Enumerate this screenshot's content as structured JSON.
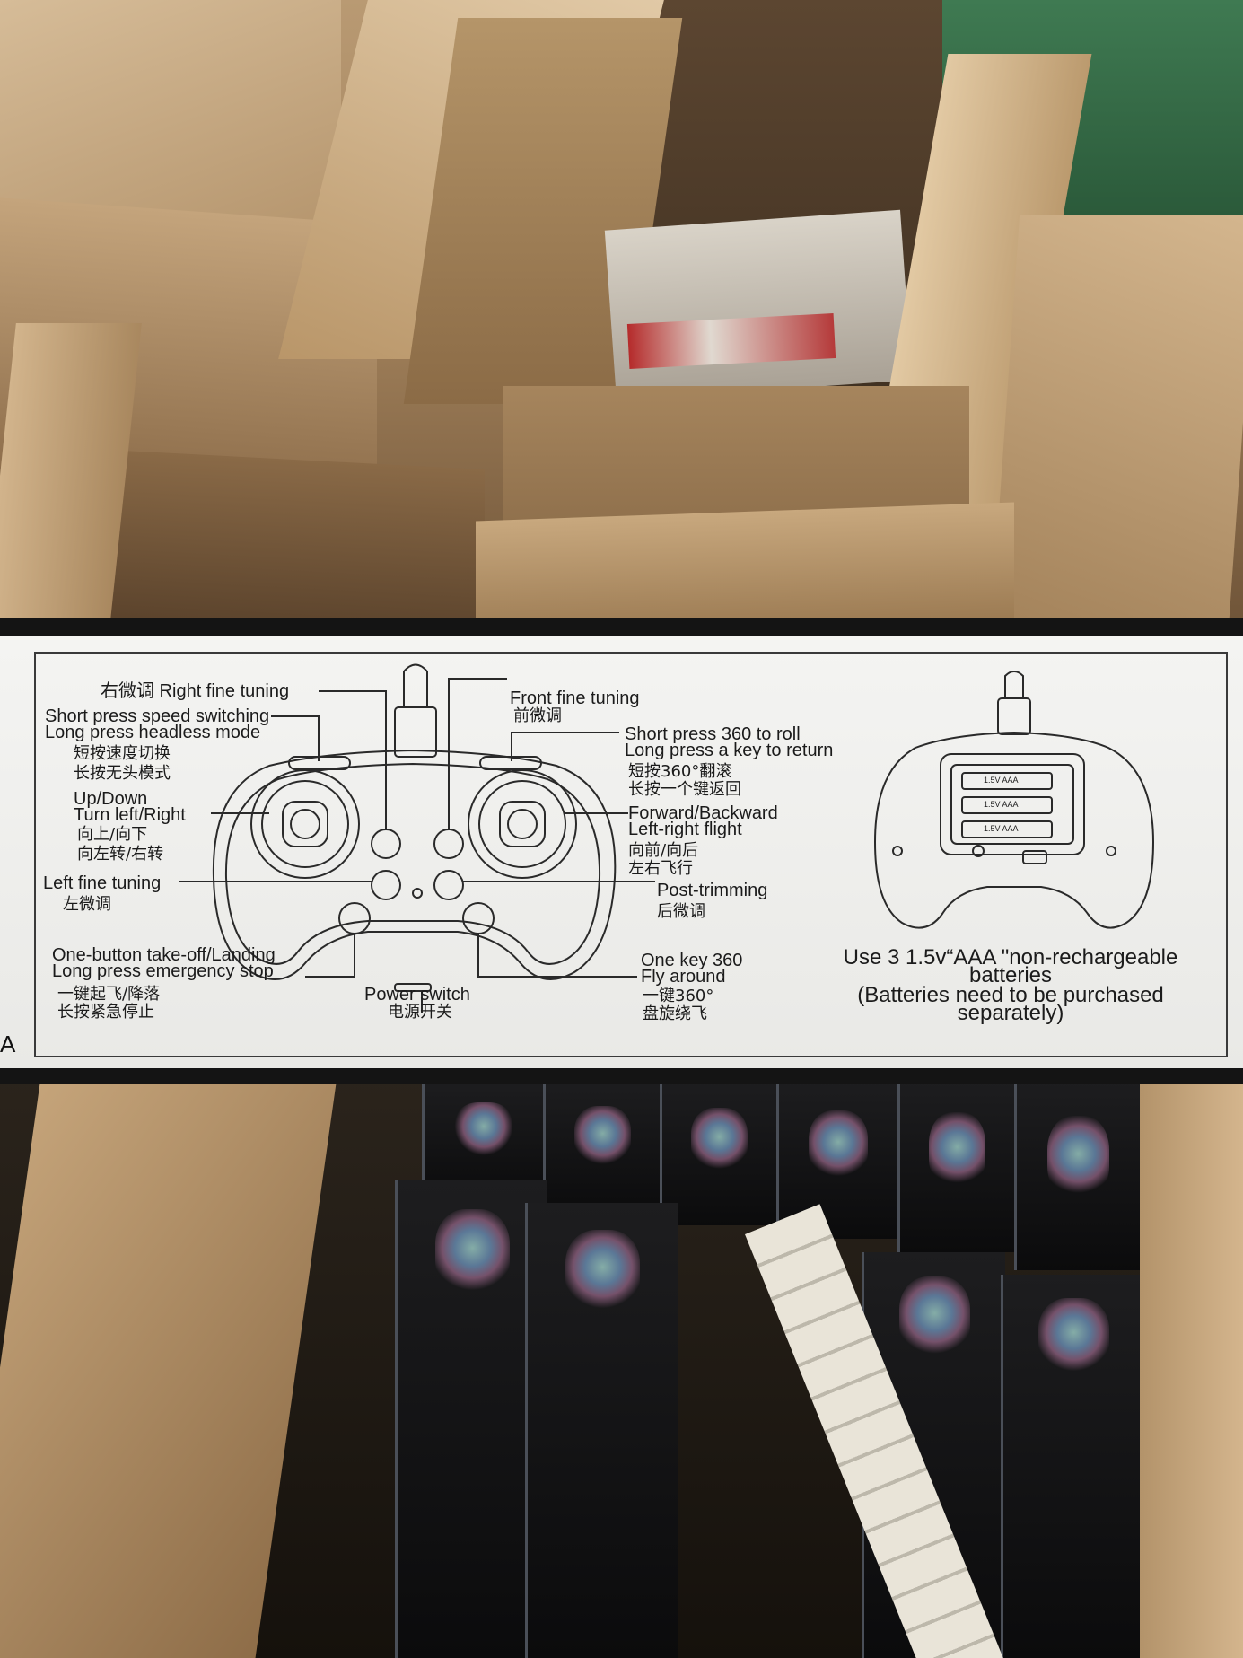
{
  "instruction_strip": {
    "edge_letter": "A",
    "labels": {
      "right_fine_tuning": "右微调 Right fine tuning",
      "speed_switch_en_1": "Short press speed switching",
      "speed_switch_en_2": "Long press headless mode",
      "speed_switch_cn_1": "短按速度切换",
      "speed_switch_cn_2": "长按无头模式",
      "up_down_en": "Up/Down",
      "turn_en": "Turn left/Right",
      "up_down_cn": "向上/向下",
      "turn_cn": "向左转/右转",
      "left_fine_tuning_en": "Left fine tuning",
      "left_fine_tuning_cn": "左微调",
      "takeoff_en_1": "One-button take-off/Landing",
      "takeoff_en_2": "Long press emergency stop",
      "takeoff_cn_1": "一键起飞/降落",
      "takeoff_cn_2": "长按紧急停止",
      "power_switch_en": "Power switch",
      "power_switch_cn": "电源开关",
      "front_fine_tuning_en": "Front fine tuning",
      "front_fine_tuning_cn": "前微调",
      "roll_en_1": "Short press 360 to roll",
      "roll_en_2": "Long press a key to return",
      "roll_cn_1": "短按360°翻滚",
      "roll_cn_2": "长按一个键返回",
      "forward_en_1": "Forward/Backward",
      "forward_en_2": "Left-right flight",
      "forward_cn_1": "向前/向后",
      "forward_cn_2": "左右飞行",
      "post_trimming_en": "Post-trimming",
      "post_trimming_cn": "后微调",
      "fly_around_en_1": "One key 360",
      "fly_around_en_2": "Fly around",
      "fly_around_cn_1": "一键360°",
      "fly_around_cn_2": "盘旋绕飞"
    },
    "battery_note": {
      "line1": "Use 3 1.5v“AAA \"non-rechargeable",
      "line2": "batteries",
      "line3": "(Batteries need to be purchased",
      "line4": "separately)",
      "cell_label": "1.5V AAA"
    }
  }
}
